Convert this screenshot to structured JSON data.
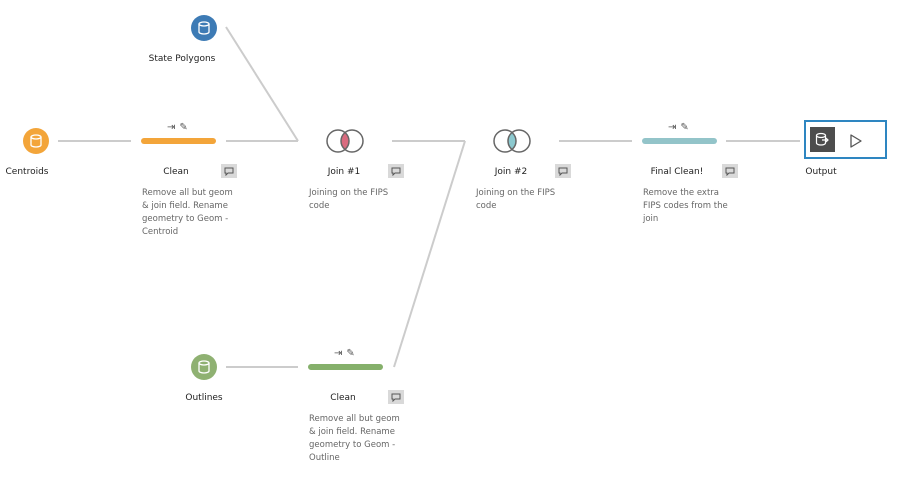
{
  "colors": {
    "input_blue": "#3d7bb5",
    "input_orange": "#f3a53a",
    "input_green": "#8fb172",
    "clean_orange": "#f3a53a",
    "clean_green": "#85b06b",
    "final_blue": "#93c4c9",
    "join1_overlap": "#d96b7f",
    "join2_overlap": "#8cc9cf",
    "connector": "#cccccc",
    "output_border": "#2e86c1"
  },
  "nodes": {
    "state_polygons": {
      "label": "State Polygons",
      "icon": "database-icon"
    },
    "centroids": {
      "label": "Centroids",
      "icon": "database-icon"
    },
    "outlines": {
      "label": "Outlines",
      "icon": "database-icon"
    },
    "clean1": {
      "label": "Clean",
      "description": "Remove all but geom\n& join field. Rename\ngeometry to Geom -\nCentroid"
    },
    "clean2": {
      "label": "Clean",
      "description": "Remove all but geom\n& join field. Rename\ngeometry to Geom -\nOutline"
    },
    "join1": {
      "label": "Join #1",
      "description": "Joining on the FIPS\ncode"
    },
    "join2": {
      "label": "Join #2",
      "description": "Joining on the FIPS\ncode"
    },
    "final_clean": {
      "label": "Final Clean!",
      "description": "Remove the extra\nFIPS codes from the\njoin"
    },
    "output": {
      "label": "Output",
      "icon": "output-icon",
      "run_icon": "play-icon"
    }
  }
}
